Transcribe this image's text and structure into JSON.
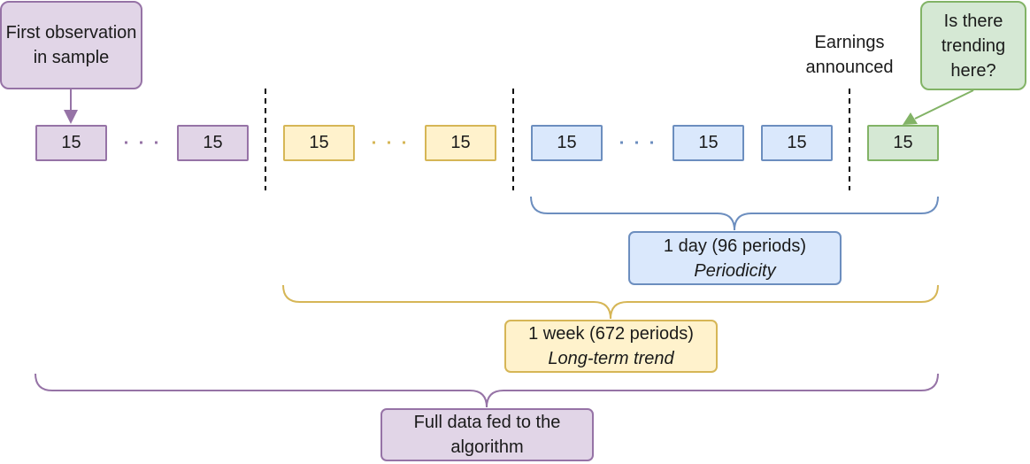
{
  "callouts": {
    "first_observation": "First observation in sample",
    "trending_question": "Is there trending here?",
    "earnings": "Earnings announced"
  },
  "blocks": {
    "p1": "15",
    "p2": "15",
    "y1": "15",
    "y2": "15",
    "b1": "15",
    "b2": "15",
    "b3": "15",
    "g1": "15"
  },
  "labels": {
    "day_line1": "1 day (96 periods)",
    "day_line2": "Periodicity",
    "week_line1": "1 week (672 periods)",
    "week_line2": "Long-term trend",
    "full_line1": "Full data fed to the",
    "full_line2": "algorithm"
  },
  "colors": {
    "purple_fill": "#e1d5e7",
    "purple_stroke": "#9673a6",
    "yellow_fill": "#fff2cc",
    "yellow_stroke": "#d6b656",
    "blue_fill": "#dae8fc",
    "blue_stroke": "#6c8ebf",
    "green_fill": "#d5e8d4",
    "green_stroke": "#82b366"
  }
}
